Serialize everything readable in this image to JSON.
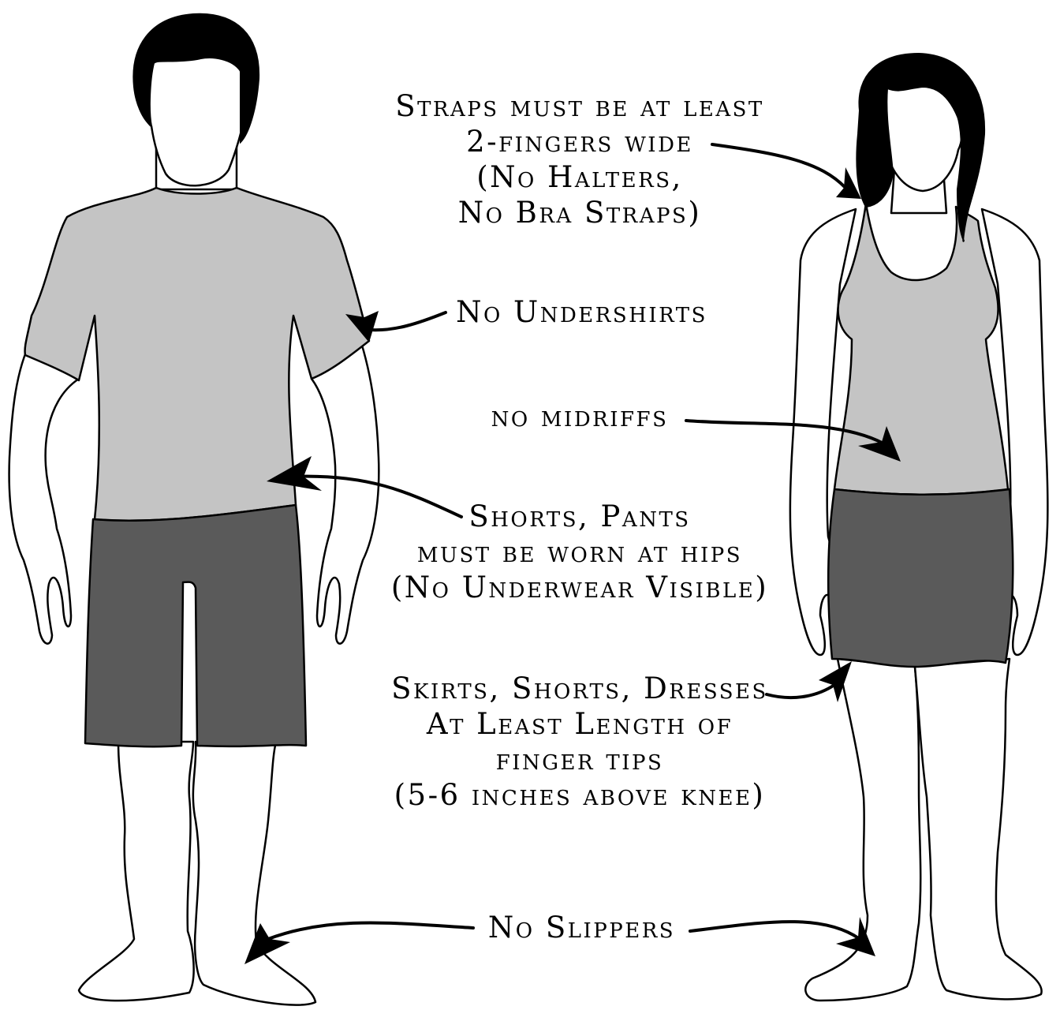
{
  "annotations": {
    "straps": [
      "Straps must be at least",
      "2-fingers wide",
      "(No Halters,",
      "No Bra Straps)"
    ],
    "undershirts": [
      "No Undershirts"
    ],
    "midriffs": [
      "no midriffs"
    ],
    "shorts_pants": [
      "Shorts, Pants",
      "must be worn at hips",
      "(No Underwear Visible)"
    ],
    "skirts": [
      "Skirts, Shorts, Dresses",
      "At Least Length of",
      "finger tips",
      "(5-6 inches above knee)"
    ],
    "slippers": [
      "No Slippers"
    ]
  },
  "colors": {
    "shirt": "#c4c4c4",
    "bottoms": "#5a5a5a",
    "skin": "#ffffff",
    "hair": "#000000",
    "text": "#000000"
  }
}
